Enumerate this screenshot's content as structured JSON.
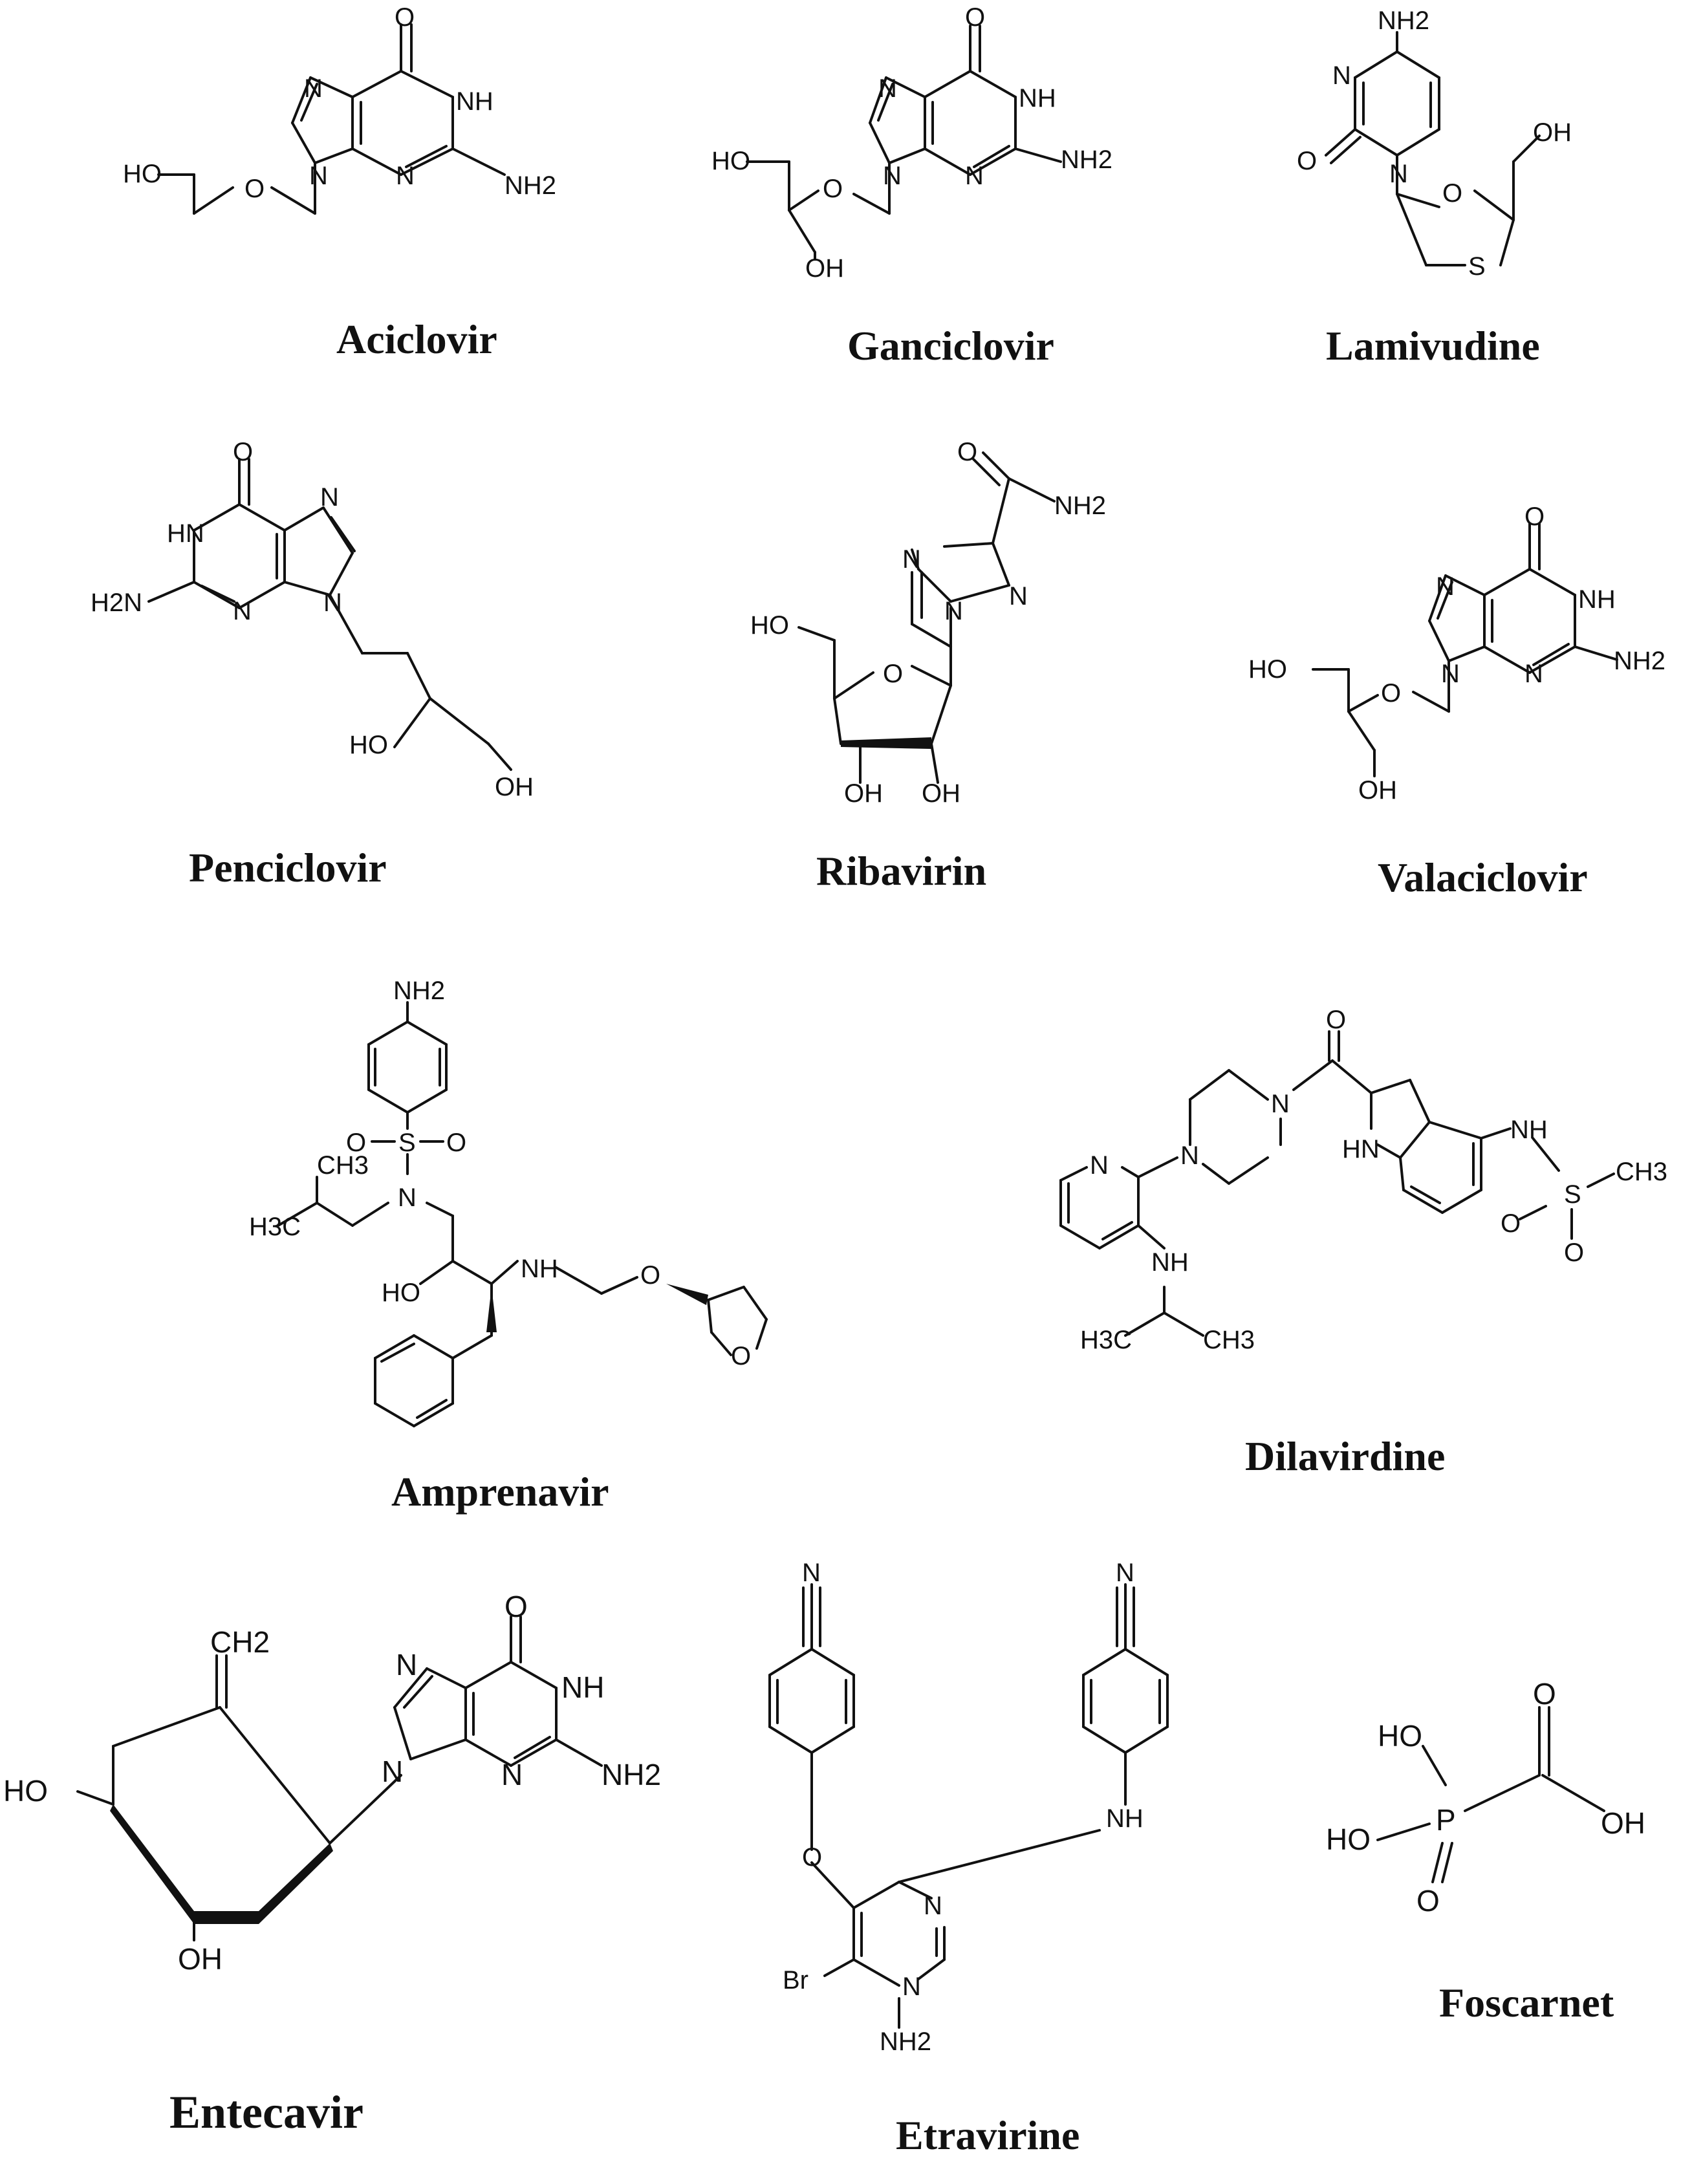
{
  "figure": {
    "molecules": [
      {
        "name": "Aciclovir",
        "atoms": [
          "O",
          "N",
          "NH",
          "N",
          "N",
          "NH2",
          "HO",
          "O"
        ]
      },
      {
        "name": "Ganciclovir",
        "atoms": [
          "O",
          "N",
          "NH",
          "N",
          "N",
          "NH2",
          "HO",
          "O",
          "OH"
        ]
      },
      {
        "name": "Lamivudine",
        "atoms": [
          "NH2",
          "N",
          "O",
          "N",
          "O",
          "S",
          "OH"
        ]
      },
      {
        "name": "Penciclovir",
        "atoms": [
          "O",
          "HN",
          "N",
          "H2N",
          "N",
          "N",
          "HO",
          "OH"
        ]
      },
      {
        "name": "Ribavirin",
        "atoms": [
          "O",
          "NH2",
          "N",
          "N",
          "N",
          "HO",
          "O",
          "OH",
          "OH"
        ]
      },
      {
        "name": "Valaciclovir",
        "atoms": [
          "O",
          "N",
          "NH",
          "N",
          "N",
          "NH2",
          "HO",
          "O",
          "OH"
        ]
      },
      {
        "name": "Amprenavir",
        "atoms": [
          "NH2",
          "S",
          "O",
          "O",
          "CH3",
          "H3C",
          "N",
          "HO",
          "NH",
          "O",
          "O"
        ]
      },
      {
        "name": "Dilavirdine",
        "atoms": [
          "O",
          "N",
          "N",
          "N",
          "HN",
          "NH",
          "S",
          "CH3",
          "O",
          "O",
          "NH",
          "H3C",
          "CH3"
        ]
      },
      {
        "name": "Entecavir",
        "atoms": [
          "O",
          "N",
          "NH",
          "N",
          "N",
          "NH2",
          "CH2",
          "HO",
          "OH"
        ]
      },
      {
        "name": "Etravirine",
        "atoms": [
          "N",
          "N",
          "O",
          "NH",
          "N",
          "N",
          "Br",
          "NH2"
        ]
      },
      {
        "name": "Foscarnet",
        "atoms": [
          "HO",
          "O",
          "P",
          "HO",
          "O",
          "OH"
        ]
      }
    ]
  }
}
